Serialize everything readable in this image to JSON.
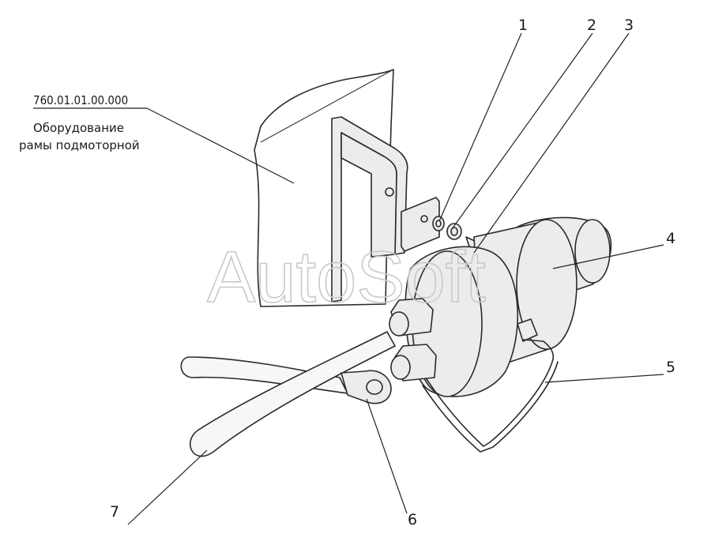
{
  "reference": {
    "code": "760.01.01.00.000",
    "line1": "Оборудование",
    "line2": "рамы подмоторной"
  },
  "callouts": [
    "1",
    "2",
    "3",
    "4",
    "5",
    "6",
    "7"
  ],
  "watermark": "AutoSoft"
}
